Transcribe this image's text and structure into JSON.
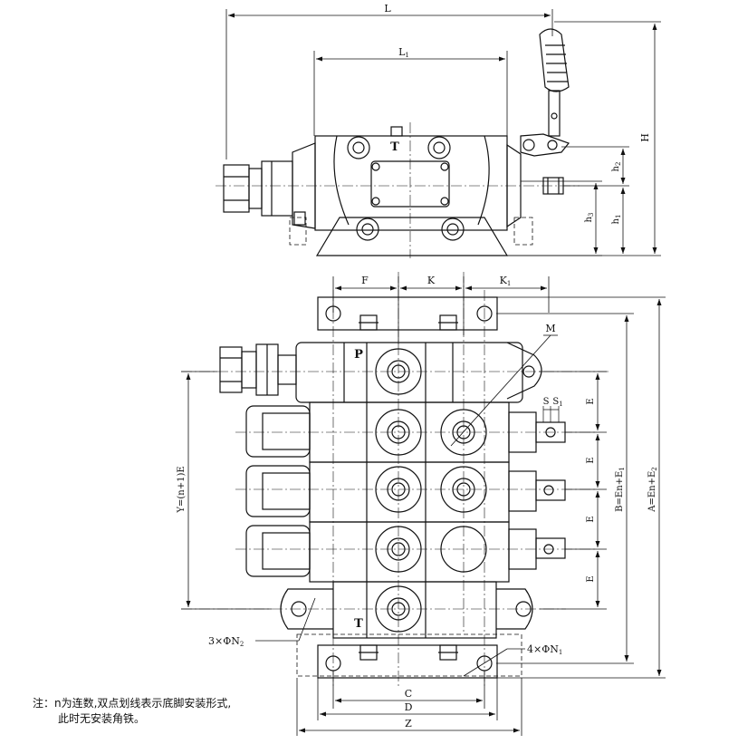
{
  "top_view": {
    "dims": {
      "L": "L",
      "L1": "L",
      "L1_sub": "1",
      "H": "H",
      "h1": "h",
      "h1_sub": "1",
      "h2": "h",
      "h2_sub": "2",
      "h3": "h",
      "h3_sub": "3"
    },
    "port_mark": "T"
  },
  "front_view": {
    "ports": {
      "P": "P",
      "T": "T"
    },
    "dims": {
      "F": "F",
      "K": "K",
      "K1": "K",
      "K1_sub": "1",
      "M": "M",
      "S1": "S",
      "S1_sub": "1",
      "S": "S",
      "E": "E",
      "B": "B=En+E",
      "B_sub": "1",
      "A": "A=En+E",
      "A_sub": "2",
      "Y": "Y=(n+1)E",
      "C": "C",
      "D": "D",
      "Z": "Z"
    },
    "callouts": {
      "N2": "3×ΦN",
      "N2_sub": "2",
      "N1": "4×ΦN",
      "N1_sub": "1"
    }
  },
  "note": {
    "line1": "注：n为连数,双点划线表示底脚安装形式,",
    "line2": "此时无安装角铁。"
  }
}
